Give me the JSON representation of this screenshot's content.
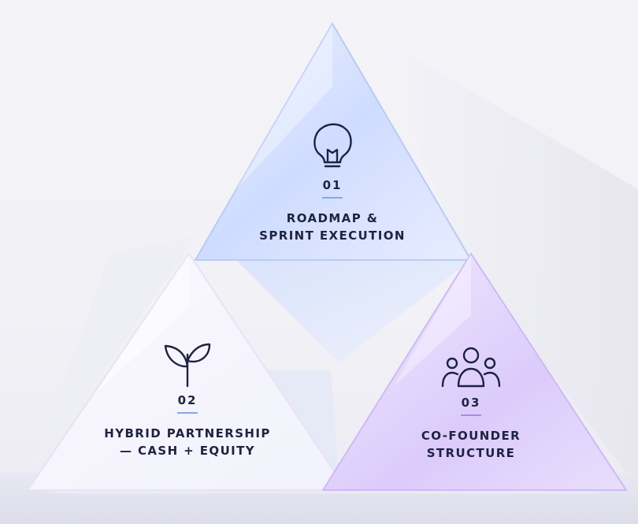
{
  "cards": [
    {
      "number": "01",
      "title_line1": "ROADMAP &",
      "title_line2": "SPRINT EXECUTION",
      "icon": "lightbulb-icon"
    },
    {
      "number": "02",
      "title_line1": "HYBRID PARTNERSHIP",
      "title_line2": "— CASH + EQUITY",
      "icon": "sprout-icon"
    },
    {
      "number": "03",
      "title_line1": "CO-FOUNDER",
      "title_line2": "STRUCTURE",
      "icon": "team-icon"
    }
  ],
  "colors": {
    "ink": "#1d2340",
    "accent_blue": "#7fa6f2",
    "accent_purple": "#b99af0",
    "rule_blue": "#86a7ea",
    "rule_purple": "#a98ae8"
  }
}
